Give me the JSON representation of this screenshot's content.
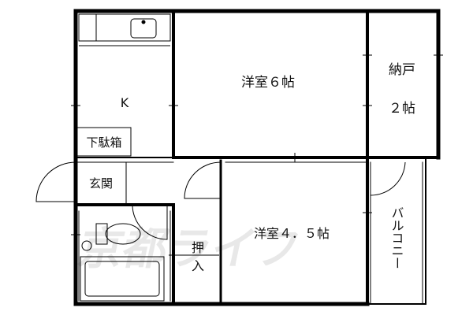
{
  "rooms": {
    "kitchen": "K",
    "western_room_6": "洋室６帖",
    "storage_room_label": "納戸",
    "storage_room_size": "２帖",
    "shoe_box": "下駄箱",
    "entrance": "玄関",
    "western_room_4_5": "洋室４．５帖",
    "closet_line1": "押",
    "closet_line2": "入",
    "balcony": "バルコニー"
  },
  "watermark": "京都ライフ"
}
